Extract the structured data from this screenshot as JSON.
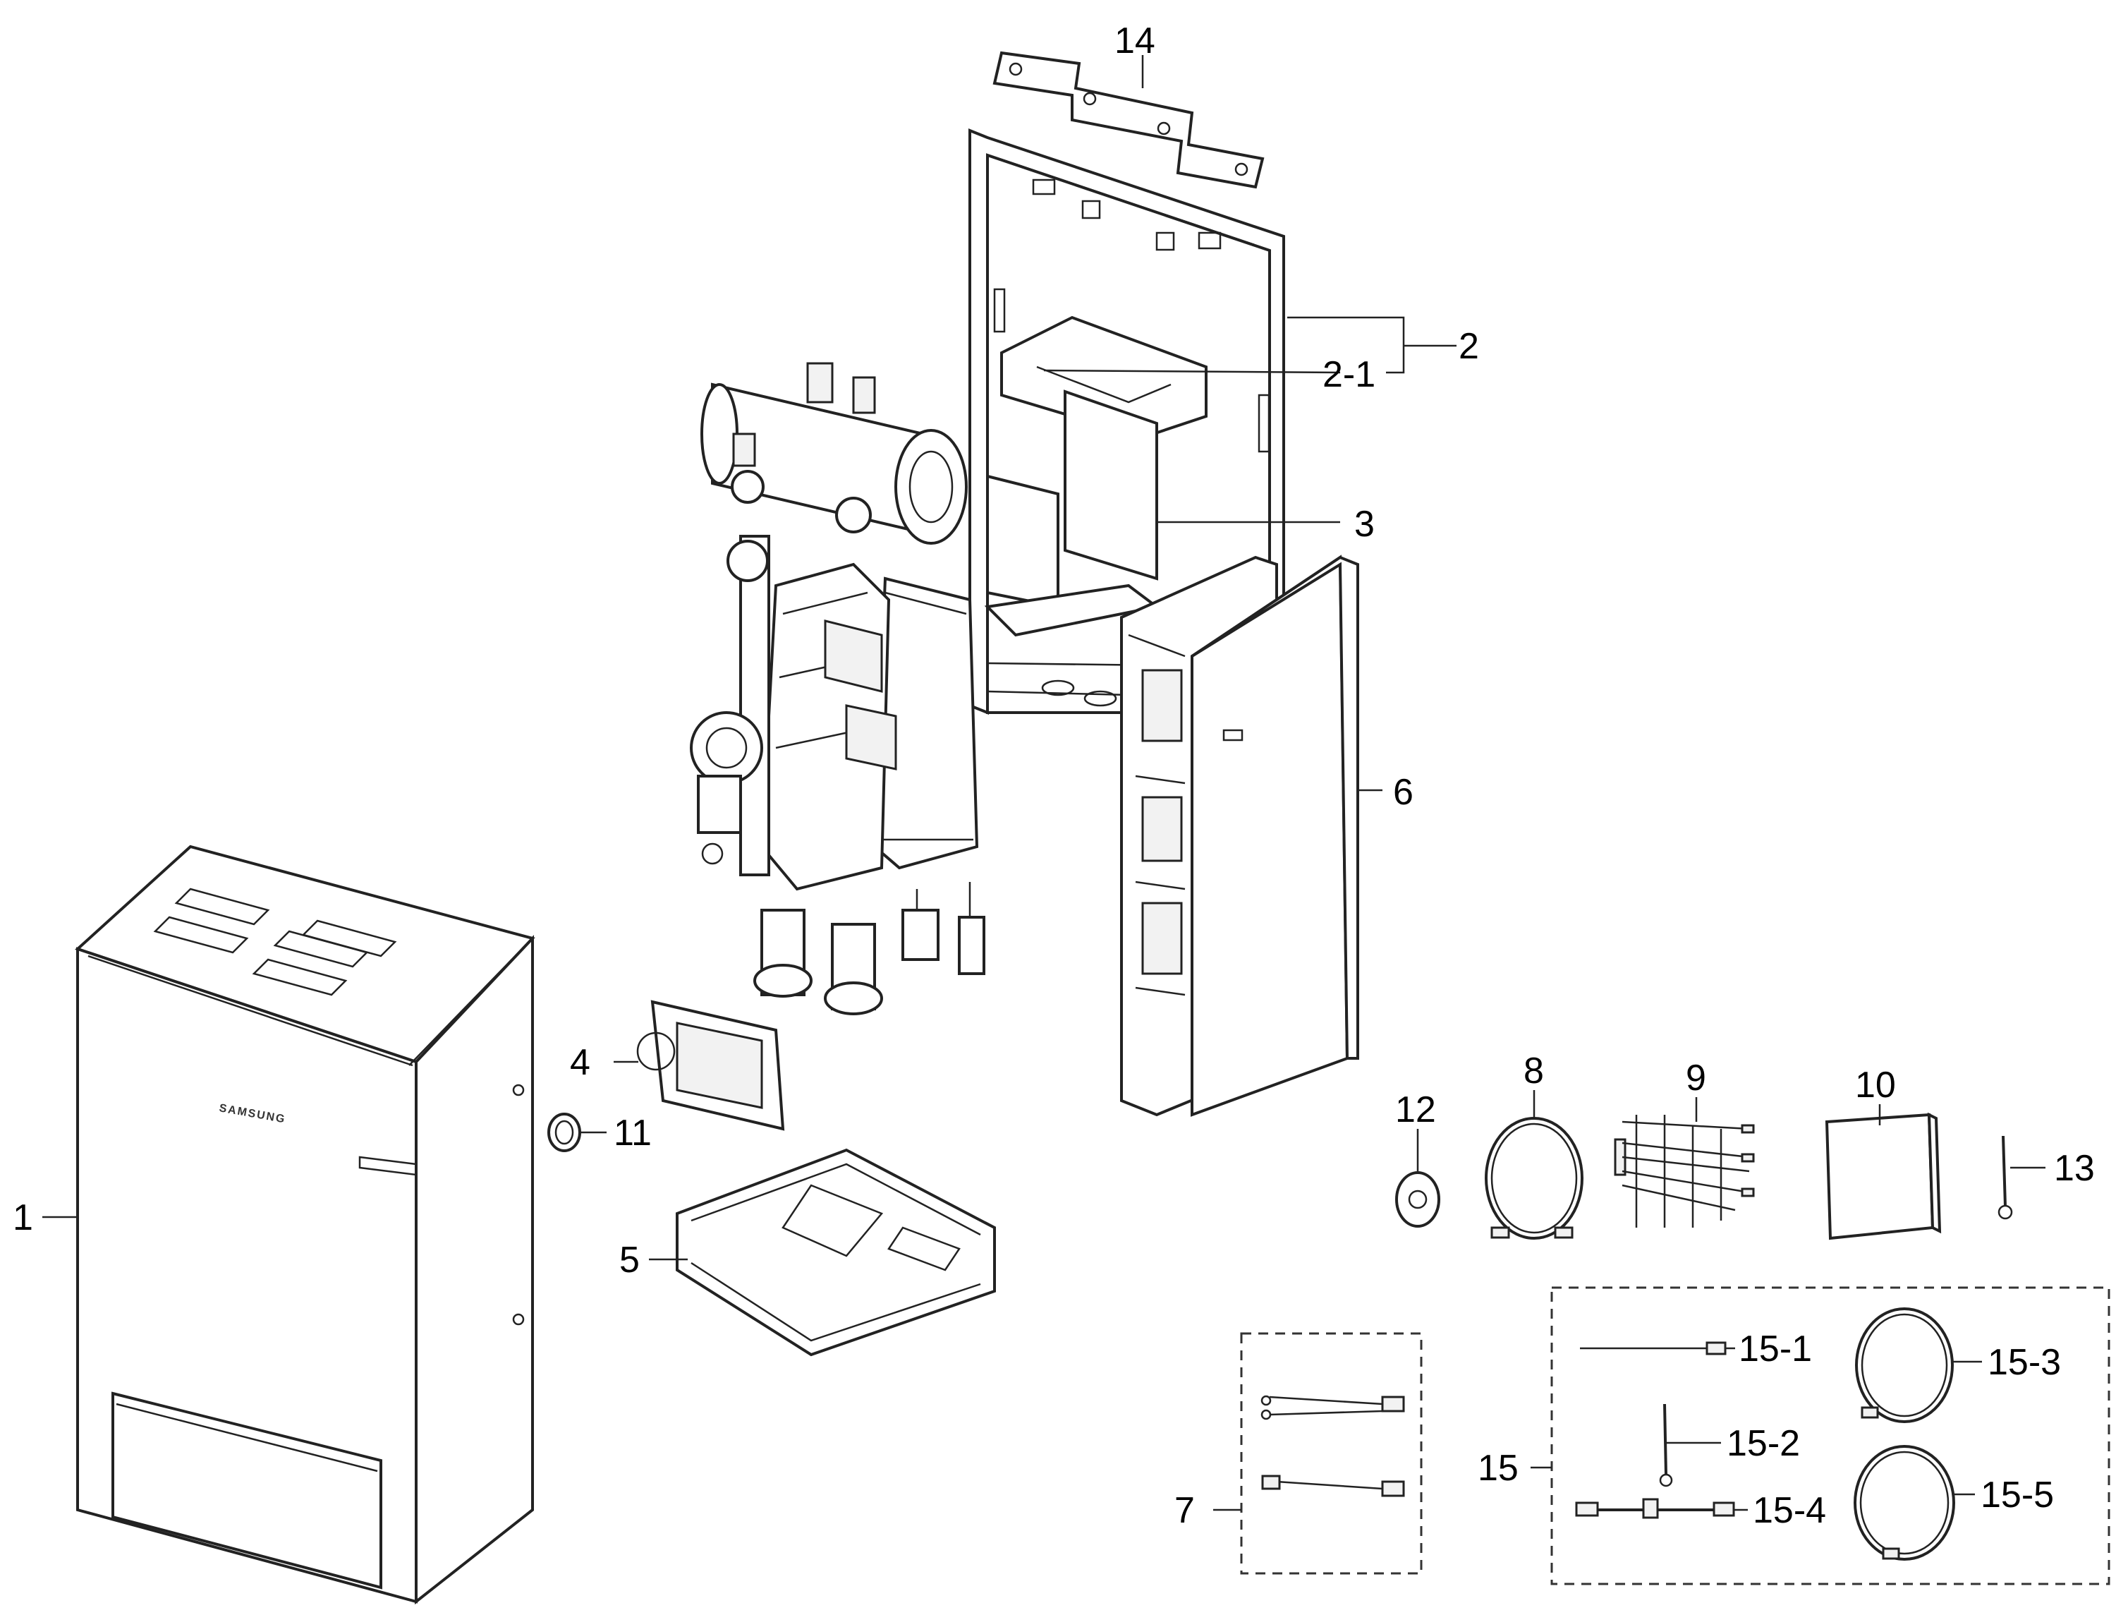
{
  "callouts": {
    "c1": "1",
    "c2": "2",
    "c2_1": "2-1",
    "c3": "3",
    "c4": "4",
    "c5": "5",
    "c6": "6",
    "c7": "7",
    "c8": "8",
    "c9": "9",
    "c10": "10",
    "c11": "11",
    "c12": "12",
    "c13": "13",
    "c14": "14",
    "c15": "15",
    "c15_1": "15-1",
    "c15_2": "15-2",
    "c15_3": "15-3",
    "c15_4": "15-4",
    "c15_5": "15-5"
  },
  "brand_logo": "SAMSUNG"
}
